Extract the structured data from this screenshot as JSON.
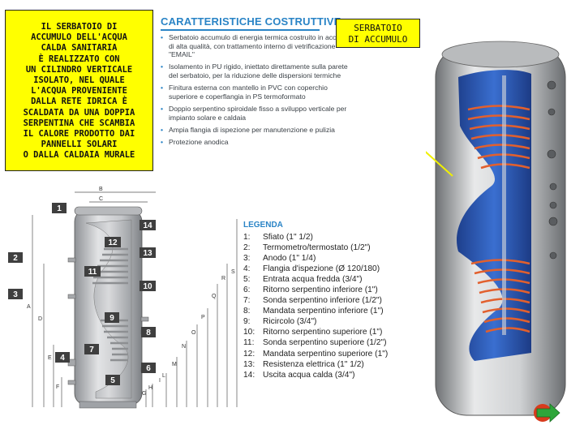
{
  "left_callout": {
    "lines": [
      "IL SERBATOIO DI",
      "ACCUMULO DELL'ACQUA",
      "CALDA SANITARIA",
      "È REALIZZATO CON",
      "UN CILINDRO VERTICALE",
      "ISOLATO, NEL QUALE",
      "L'ACQUA PROVENIENTE",
      "DALLA RETE IDRICA È",
      "SCALDATA DA UNA DOPPIA",
      "SERPENTINA CHE SCAMBIA",
      "IL CALORE PRODOTTO DAI",
      "PANNELLI SOLARI",
      "O DALLA CALDAIA MURALE"
    ]
  },
  "right_callout": {
    "lines": [
      "SERBATOIO",
      "DI ACCUMULO"
    ]
  },
  "features": {
    "title": "CARATTERISTICHE COSTRUTTIVE",
    "items": [
      "Serbatoio accumulo di energia termica costruito in acciaio di alta qualità, con trattamento interno di vetrificazione \"EMAIL\"",
      "Isolamento in PU rigido, iniettato direttamente sulla parete del serbatoio, per la riduzione delle dispersioni termiche",
      "Finitura esterna con mantello in PVC con coperchio superiore e coperflangia in PS termoformato",
      "Doppio serpentino spiroidale fisso a sviluppo verticale per impianto solare e caldaia",
      "Ampia flangia di ispezione per manutenzione e pulizia",
      "Protezione anodica"
    ]
  },
  "legend": {
    "title": "LEGENDA",
    "items": [
      {
        "num": "1:",
        "text": "Sfiato (1\" 1/2)"
      },
      {
        "num": "2:",
        "text": "Termometro/termostato (1/2\")"
      },
      {
        "num": "3:",
        "text": "Anodo (1\" 1/4)"
      },
      {
        "num": "4:",
        "text": "Flangia d'ispezione (Ø 120/180)"
      },
      {
        "num": "5:",
        "text": "Entrata acqua fredda (3/4\")"
      },
      {
        "num": "6:",
        "text": "Ritorno serpentino inferiore (1\")"
      },
      {
        "num": "7:",
        "text": "Sonda serpentino inferiore (1/2\")"
      },
      {
        "num": "8:",
        "text": "Mandata serpentino inferiore (1\")"
      },
      {
        "num": "9:",
        "text": "Ricircolo (3/4\")"
      },
      {
        "num": "10:",
        "text": "Ritorno serpentino superiore (1\")"
      },
      {
        "num": "11:",
        "text": "Sonda serpentino superiore (1/2\")"
      },
      {
        "num": "12:",
        "text": "Mandata serpentino superiore (1\")"
      },
      {
        "num": "13:",
        "text": "Resistenza elettrica (1\" 1/2)"
      },
      {
        "num": "14:",
        "text": "Uscita acqua calda (3/4\")"
      }
    ]
  },
  "diagram": {
    "dimension_letters_top": [
      "B",
      "C"
    ],
    "dimension_letters_left": [
      "A",
      "D",
      "E",
      "F"
    ],
    "dimension_letters_bottom": [
      "G",
      "H",
      "I",
      "L",
      "M",
      "N",
      "O",
      "P",
      "Q",
      "R",
      "S"
    ],
    "callout_numbers": [
      "1",
      "2",
      "3",
      "4",
      "5",
      "6",
      "7",
      "8",
      "9",
      "10",
      "11",
      "12",
      "13",
      "14"
    ]
  },
  "colors": {
    "callout_bg": "#ffff00",
    "heading_blue": "#2a84c6",
    "tank_inner_blue": "#2758b5",
    "coil_orange": "#e2602e",
    "nav_button_red": "#d83a1c",
    "nav_arrow_green": "#2ea53a"
  },
  "nav": {
    "icon": "next-arrow-icon"
  }
}
